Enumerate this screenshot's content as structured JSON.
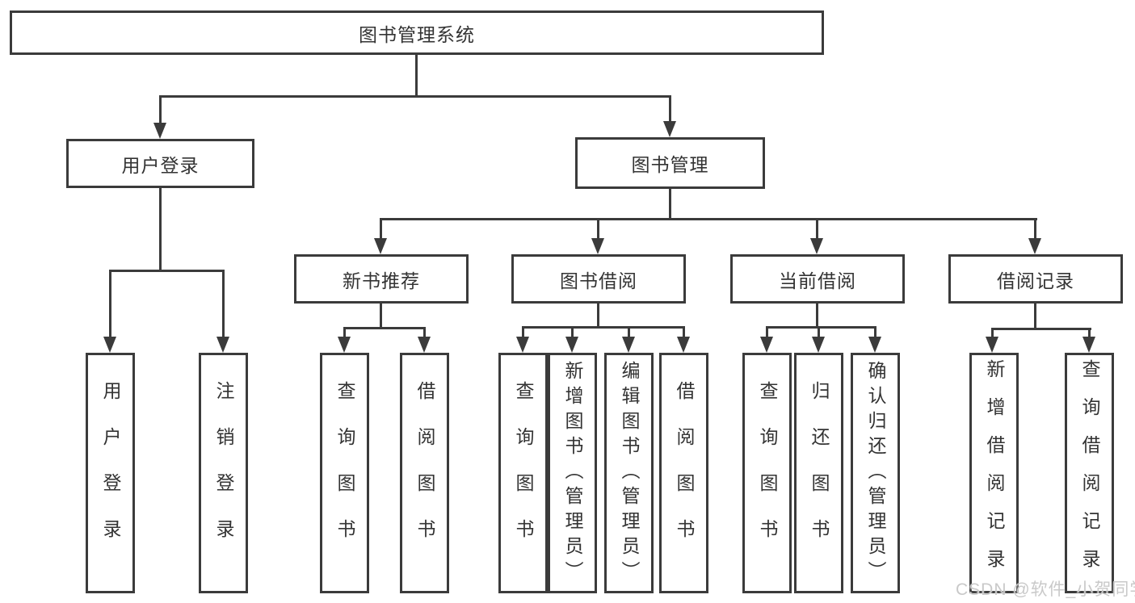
{
  "diagram": {
    "title": "图书管理系统",
    "root": {
      "label": "图书管理系统"
    },
    "level2": {
      "user_login": {
        "label": "用户登录"
      },
      "book_mgmt": {
        "label": "图书管理"
      }
    },
    "level3": {
      "new_book_rec": {
        "label": "新书推荐"
      },
      "book_borrow": {
        "label": "图书借阅"
      },
      "current_borrow": {
        "label": "当前借阅"
      },
      "borrow_record": {
        "label": "借阅记录"
      }
    },
    "leaves": {
      "user_login": {
        "label": "用户登录"
      },
      "logout": {
        "label": "注销登录"
      },
      "rec_query_book": {
        "label": "查询图书"
      },
      "rec_borrow_book": {
        "label": "借阅图书"
      },
      "bb_query_book": {
        "label": "查询图书"
      },
      "bb_add_book": {
        "label": "新增图书（管理员）"
      },
      "bb_edit_book": {
        "label": "编辑图书（管理员）"
      },
      "bb_borrow_book": {
        "label": "借阅图书"
      },
      "cb_query_book": {
        "label": "查询图书"
      },
      "cb_return_book": {
        "label": "归还图书"
      },
      "cb_confirm_return": {
        "label": "确认归还（管理员）"
      },
      "br_add_record": {
        "label": "新增借阅记录"
      },
      "br_query_record": {
        "label": "查询借阅记录"
      }
    },
    "hierarchy_note": "root > [用户登录, 图书管理]; 用户登录 > [用户登录, 注销登录]; 图书管理 > [新书推荐, 图书借阅, 当前借阅, 借阅记录]; 新书推荐 > [查询图书, 借阅图书]; 图书借阅 > [查询图书, 新增图书（管理员）, 编辑图书（管理员）, 借阅图书]; 当前借阅 > [查询图书, 归还图书, 确认归还（管理员）]; 借阅记录 > [新增借阅记录, 查询借阅记录]"
  },
  "watermark": {
    "text": "CSDN @软件_小贺同学"
  },
  "colors": {
    "line": "#3b3b3b",
    "text": "#333333",
    "background": "#ffffff",
    "watermark": "#c9c9c9"
  }
}
